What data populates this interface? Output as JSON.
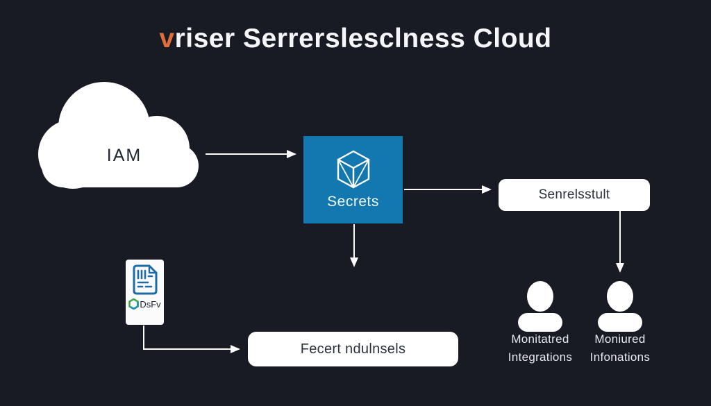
{
  "title": {
    "accent": "v",
    "rest": "riser Serrerslesclness Cloud"
  },
  "nodes": {
    "cloud": {
      "label": "IAM"
    },
    "secrets": {
      "label": "Secrets"
    },
    "result_box": {
      "label": "Senrelsstult"
    },
    "doc_card": {
      "logo_text": "DsFv"
    },
    "bottom_box": {
      "label": "Fecert ndulnsels"
    },
    "person1": {
      "line1": "Monitatred",
      "line2": "Integrations"
    },
    "person2": {
      "line1": "Moniured",
      "line2": "Infonations"
    }
  },
  "colors": {
    "bg": "#181b23",
    "accent": "#e06f3b",
    "secrets-blue": "#1478b0",
    "doc-blue": "#1c6ca8",
    "hex-green": "#43a84c",
    "hex-teal": "#1e8fb5",
    "white": "#ffffff",
    "dark-text": "#222733"
  }
}
